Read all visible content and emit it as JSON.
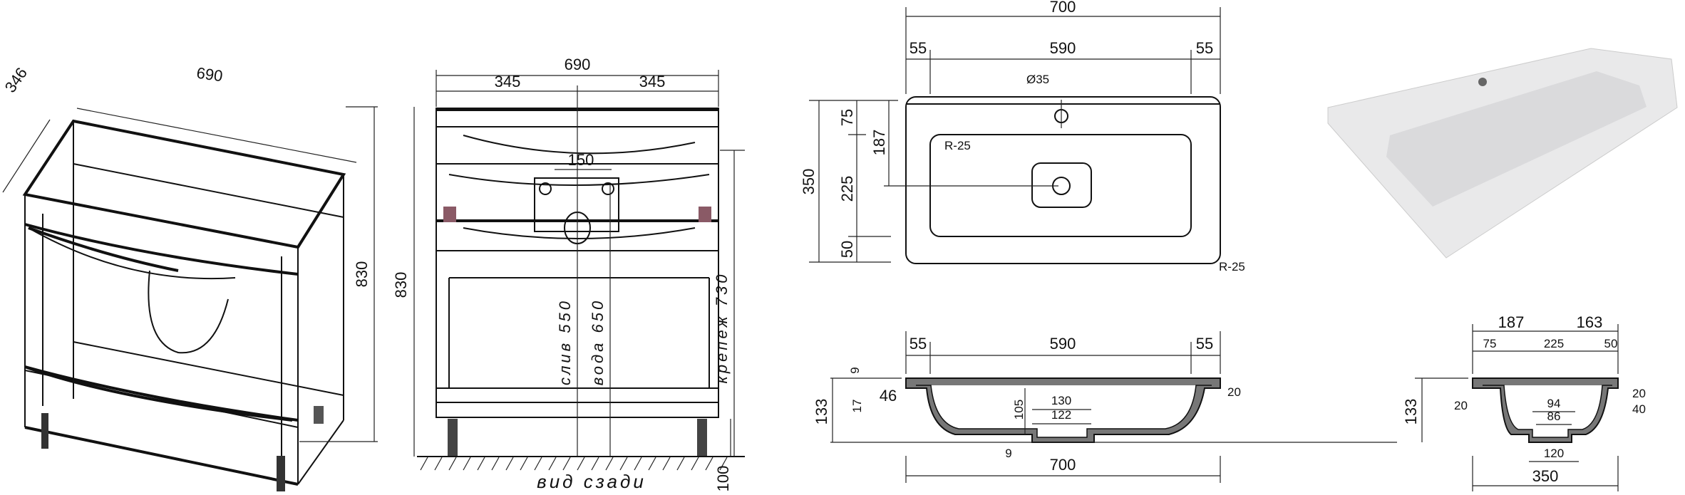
{
  "iso_view": {
    "width": "690",
    "depth": "346",
    "height": "830"
  },
  "rear_view": {
    "width": "690",
    "half_left": "345",
    "half_right": "345",
    "height": "830",
    "mount_spacing": "150",
    "drain": "слив 550",
    "water": "вода 650",
    "fixing": "крепеж 730",
    "legs": "100",
    "caption": "вид сзади"
  },
  "top_view": {
    "overall": "700",
    "left_margin": "55",
    "inner": "590",
    "right_margin": "55",
    "faucet_hole": "Ø35",
    "radius_inner": "R-25",
    "radius_outer": "R-25",
    "depth": "350",
    "back": "75",
    "bowl": "225",
    "front": "50",
    "drain_offset": "187"
  },
  "front_section": {
    "left_margin": "55",
    "inner": "590",
    "right_margin": "55",
    "rim": "9",
    "rim_lower": "17",
    "height": "133",
    "wall": "46",
    "wall_right": "20",
    "bowl_depth": "105",
    "drain_outer": "130",
    "drain_inner": "122",
    "bottom": "9",
    "overall": "700"
  },
  "side_section": {
    "back": "187",
    "front": "163",
    "back_rim": "75",
    "bowl": "225",
    "front_rim": "50",
    "height": "133",
    "wall_left": "20",
    "wall_right": "20",
    "wall_lower": "40",
    "drain_outer": "94",
    "drain_inner": "86",
    "base": "120",
    "overall": "350"
  },
  "colors": {
    "line": "#111111",
    "section": "#777777",
    "bracket": "#8a5a66"
  }
}
